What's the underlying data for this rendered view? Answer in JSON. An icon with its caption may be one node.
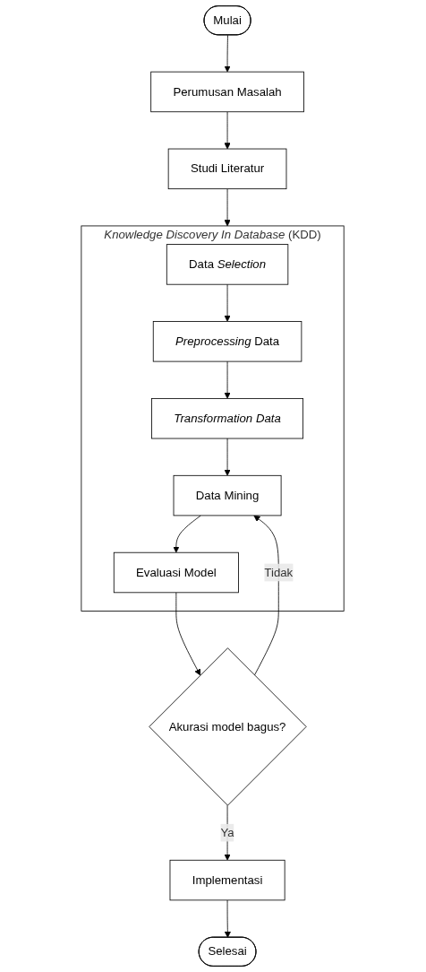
{
  "diagram": {
    "nodes": [
      {
        "text": [
          "Mulai"
        ]
      },
      {
        "text": [
          "Perumusan Masalah"
        ]
      },
      {
        "text": [
          "Studi Literatur"
        ]
      },
      {
        "text": [
          "*Knowledge Discovery In Database* (KDD)"
        ]
      },
      {
        "text": [
          "Data *Selection*"
        ],
        "in": 3
      },
      {
        "text": [
          "*Preprocessing* Data"
        ],
        "in": 3
      },
      {
        "text": [
          "Transformation Data"
        ],
        "in": 3
      },
      {
        "text": [
          "Data Mining"
        ],
        "in": 3
      },
      {
        "text": [
          "Evaluasi Model"
        ],
        "in": 3
      },
      {
        "text": [
          "Akurasi model bagus?"
        ]
      },
      {
        "text": [
          "Implementasi"
        ]
      },
      {
        "text": [
          "Selesai"
        ]
      }
    ],
    "edges": [
      {
        "from": 0,
        "to": 1,
        "arrow": "to"
      },
      {
        "from": 1,
        "to": 2,
        "arrow": "to"
      },
      {
        "from": 2,
        "to": 3,
        "arrow": "to"
      },
      {
        "from": 4,
        "to": 5,
        "arrow": "to"
      },
      {
        "from": 5,
        "to": 6,
        "arrow": "to"
      },
      {
        "from": 6,
        "to": 7,
        "arrow": "to"
      },
      {
        "from": 7,
        "to": 8,
        "arrow": "to"
      },
      {
        "from": 8,
        "to": 9,
        "arrow": "to"
      },
      {
        "from": 9,
        "to": 7,
        "arrow": "to",
        "label": "Tidak"
      },
      {
        "from": 9,
        "to": 10,
        "arrow": "to",
        "label": "Ya"
      },
      {
        "from": 10,
        "to": 11,
        "arrow": "to"
      }
    ]
  }
}
